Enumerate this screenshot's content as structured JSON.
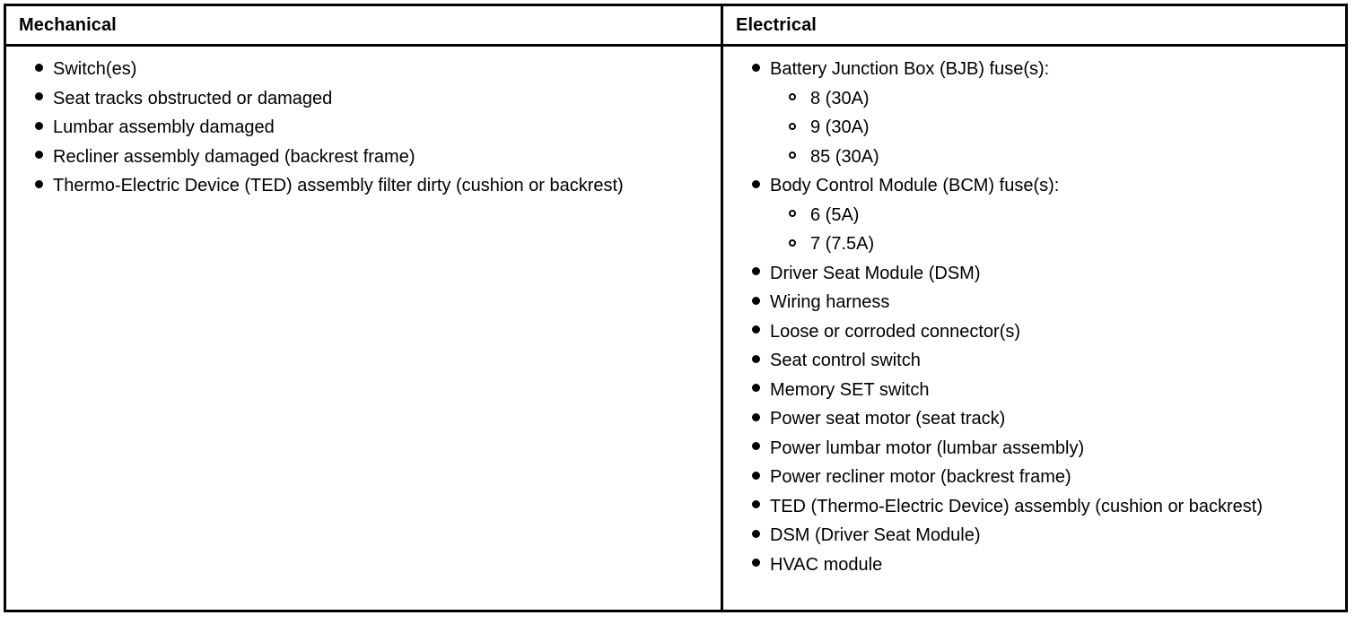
{
  "table": {
    "columns": [
      {
        "id": "mechanical",
        "header": "Mechanical",
        "items": [
          {
            "text": "Switch(es)",
            "marker": "filled-bullet-icon"
          },
          {
            "text": "Seat tracks obstructed or damaged",
            "marker": "filled-bullet-icon"
          },
          {
            "text": "Lumbar assembly damaged",
            "marker": "filled-bullet-icon"
          },
          {
            "text": "Recliner assembly damaged (backrest frame)",
            "marker": "filled-bullet-icon"
          },
          {
            "text": "Thermo-Electric Device (TED) assembly filter dirty (cushion or backrest)",
            "marker": "filled-bullet-icon"
          }
        ]
      },
      {
        "id": "electrical",
        "header": "Electrical",
        "items": [
          {
            "text": "Battery Junction Box (BJB) fuse(s):",
            "marker": "filled-bullet-icon",
            "sub": [
              {
                "text": "8 (30A)",
                "marker": "hollow-circle-icon"
              },
              {
                "text": "9 (30A)",
                "marker": "hollow-circle-icon"
              },
              {
                "text": "85 (30A)",
                "marker": "hollow-circle-icon"
              }
            ]
          },
          {
            "text": "Body Control Module (BCM) fuse(s):",
            "marker": "filled-bullet-icon",
            "sub": [
              {
                "text": "6 (5A)",
                "marker": "hollow-circle-icon"
              },
              {
                "text": "7 (7.5A)",
                "marker": "hollow-circle-icon"
              }
            ]
          },
          {
            "text": "Driver Seat Module (DSM)",
            "marker": "filled-bullet-icon"
          },
          {
            "text": "Wiring harness",
            "marker": "filled-bullet-icon"
          },
          {
            "text": "Loose or corroded connector(s)",
            "marker": "filled-bullet-icon"
          },
          {
            "text": "Seat control switch",
            "marker": "filled-bullet-icon"
          },
          {
            "text": "Memory SET switch",
            "marker": "filled-bullet-icon"
          },
          {
            "text": "Power seat motor (seat track)",
            "marker": "filled-bullet-icon"
          },
          {
            "text": "Power lumbar motor (lumbar assembly)",
            "marker": "filled-bullet-icon"
          },
          {
            "text": "Power recliner motor (backrest frame)",
            "marker": "filled-bullet-icon"
          },
          {
            "text": "TED (Thermo-Electric Device) assembly (cushion or backrest)",
            "marker": "filled-bullet-icon"
          },
          {
            "text": "DSM (Driver Seat Module)",
            "marker": "filled-bullet-icon"
          },
          {
            "text": "HVAC module",
            "marker": "filled-bullet-icon"
          }
        ]
      }
    ]
  },
  "colors": {
    "border": "#000000",
    "text": "#000000",
    "background": "#ffffff"
  }
}
